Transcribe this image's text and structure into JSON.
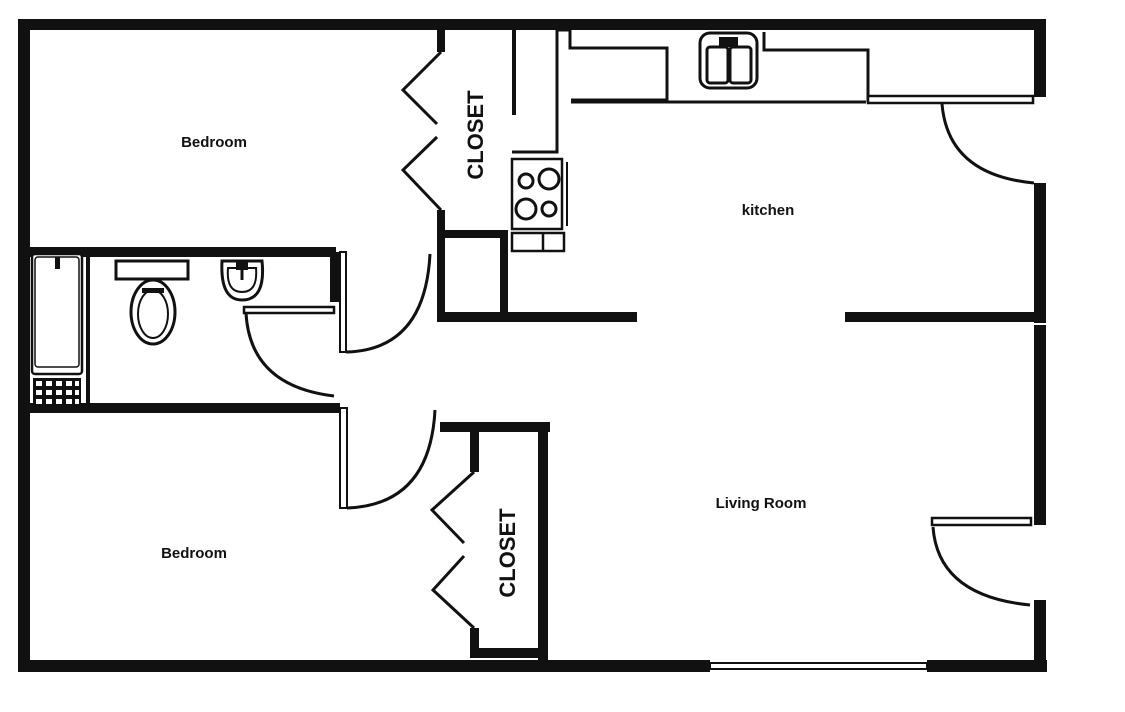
{
  "floor_plan": {
    "rooms": [
      {
        "id": "bedroom-1",
        "label": "Bedroom"
      },
      {
        "id": "closet-1",
        "label": "CLOSET"
      },
      {
        "id": "kitchen",
        "label": "kitchen"
      },
      {
        "id": "bathroom",
        "label": ""
      },
      {
        "id": "bedroom-2",
        "label": "Bedroom"
      },
      {
        "id": "closet-2",
        "label": "CLOSET"
      },
      {
        "id": "living-room",
        "label": "Living Room"
      }
    ],
    "fixtures": [
      "bathtub",
      "toilet",
      "bathroom-sink",
      "stove",
      "kitchen-double-sink",
      "kitchen-counter"
    ],
    "colors": {
      "wall": "#111111",
      "background": "#ffffff"
    }
  }
}
